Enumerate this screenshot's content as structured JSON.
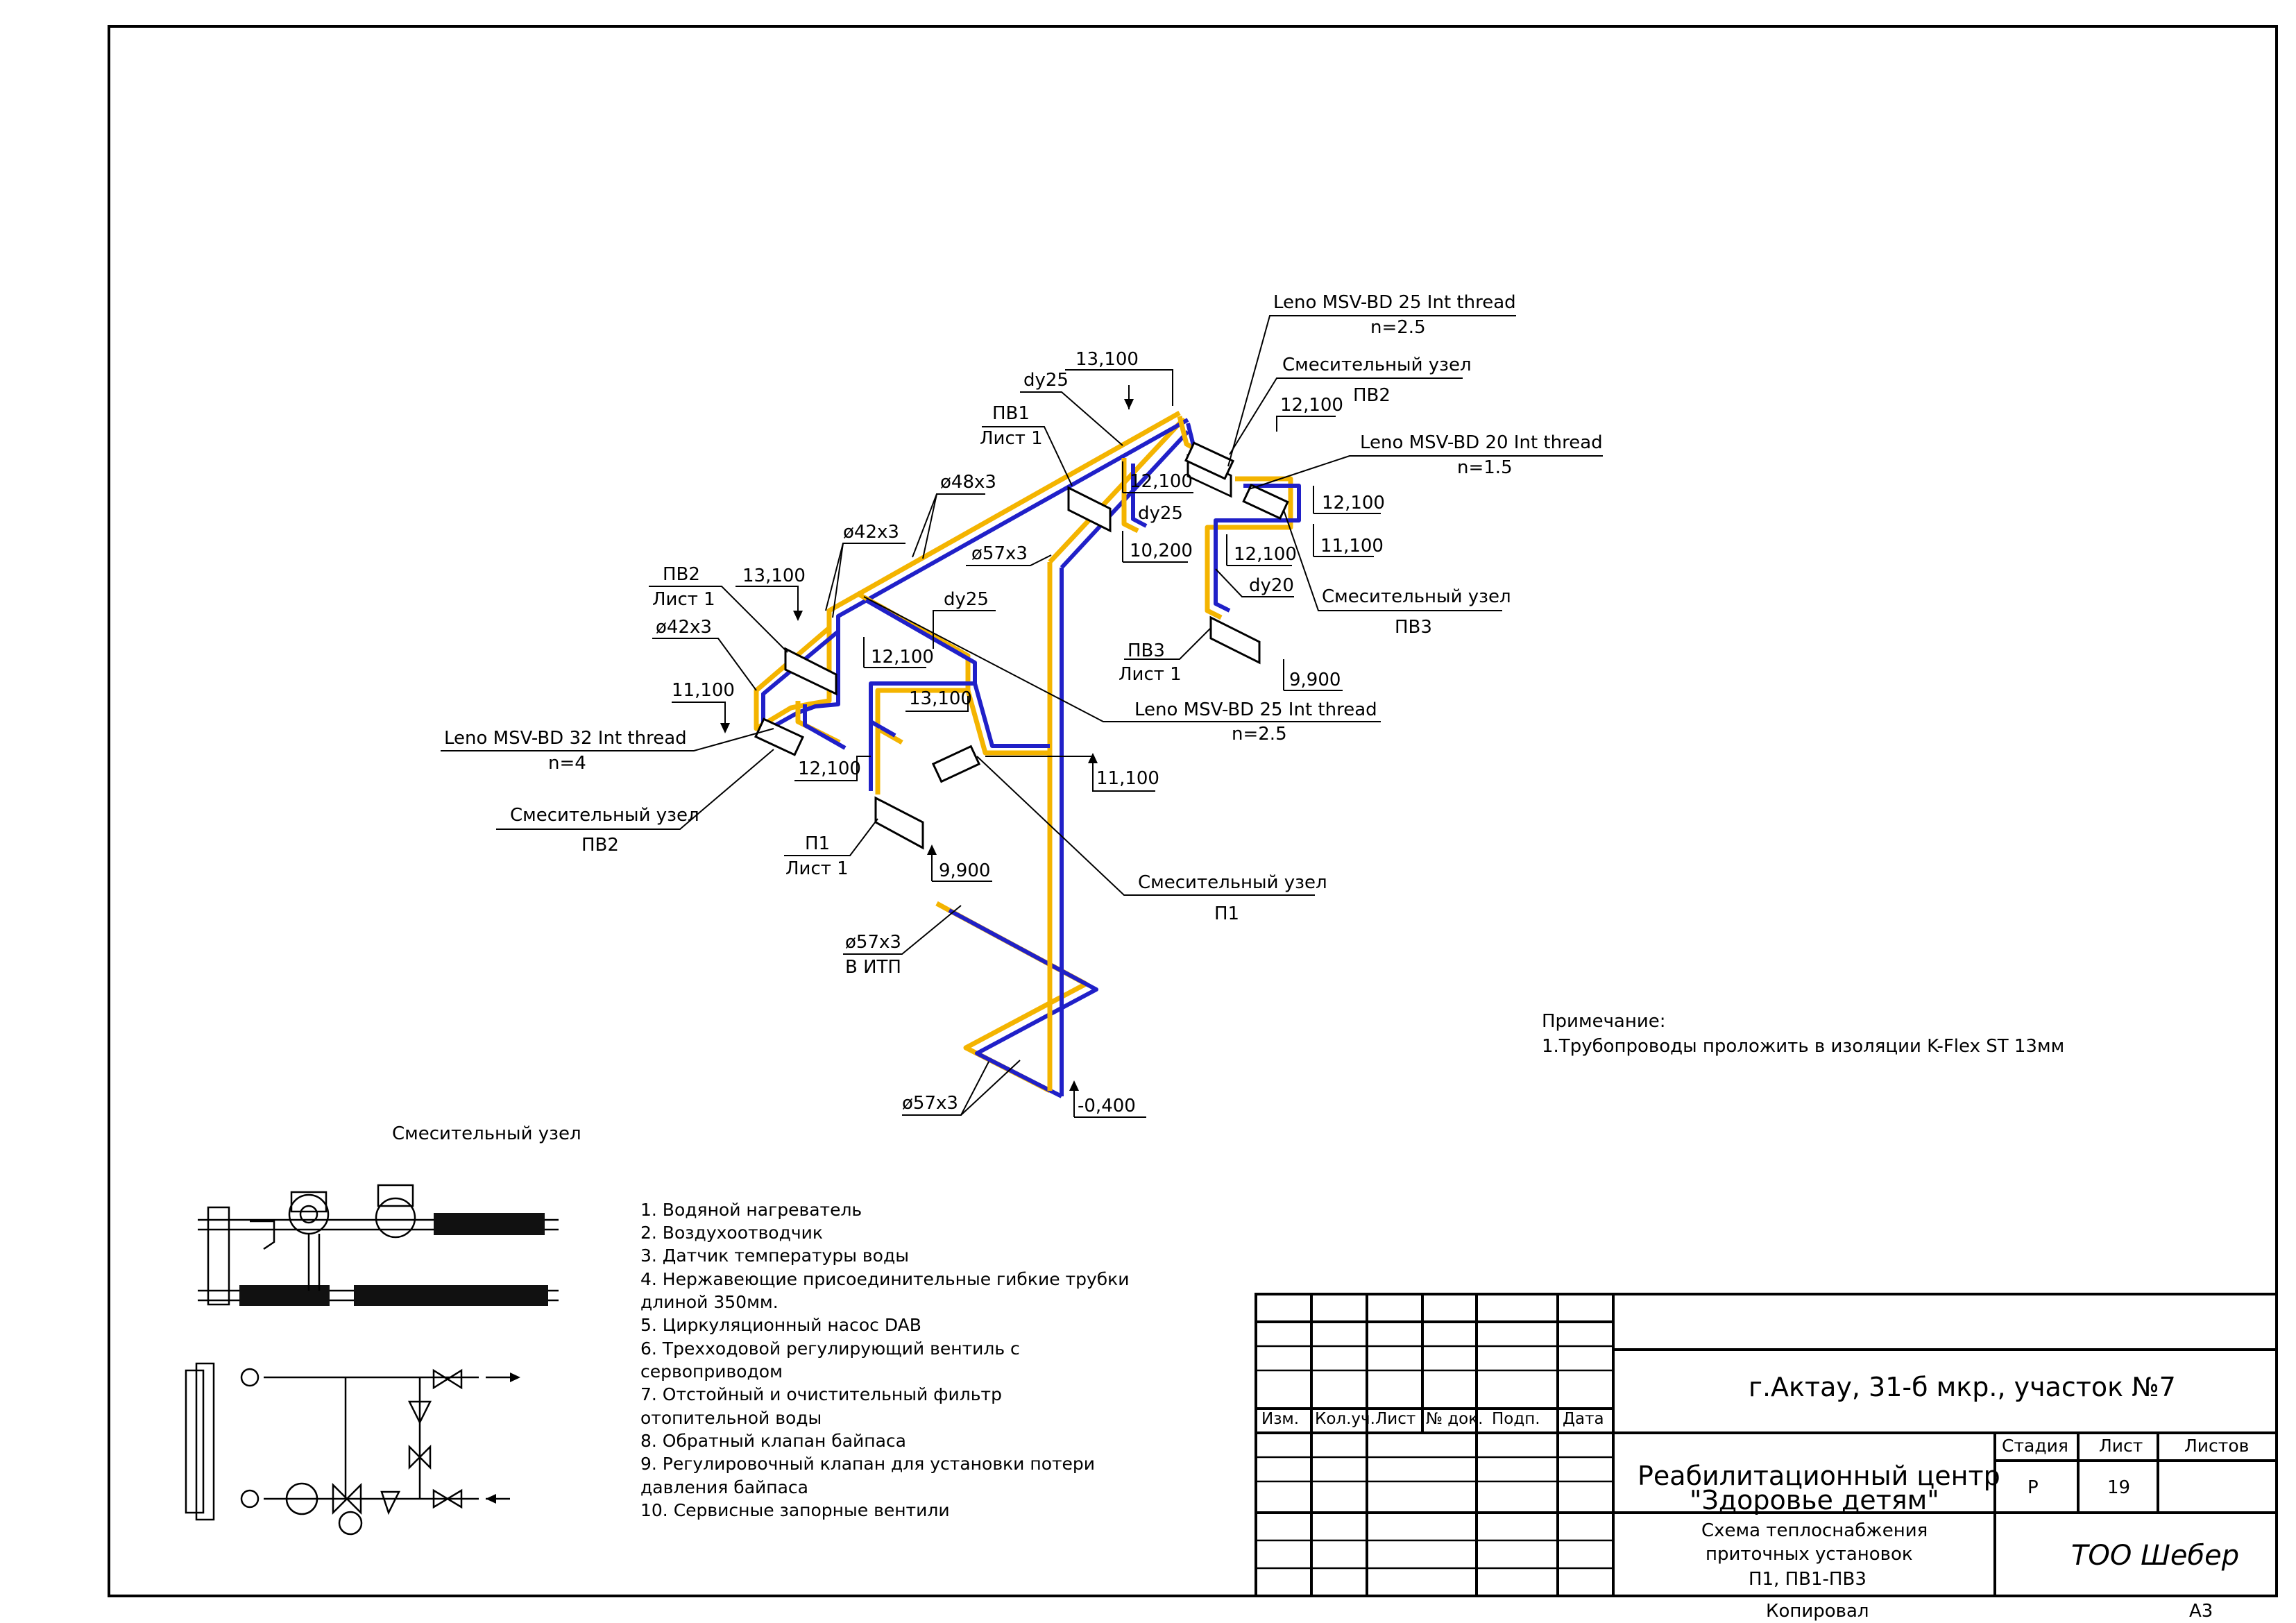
{
  "pipe_labels": {
    "d48x3": "ø48х3",
    "d42x3_a": "ø42х3",
    "d42x3_b": "ø42х3",
    "d57x3_a": "ø57х3",
    "d57x3_b": "ø57х3",
    "d57x3_c": "ø57х3",
    "dy25_a": "dy25",
    "dy25_b": "dy25",
    "dy25_c": "dy25",
    "dy20": "dy20"
  },
  "elevations": {
    "e13100_a": "13,100",
    "e13100_b": "13,100",
    "e13100_c": "13,100",
    "e12100_a": "12,100",
    "e12100_b": "12,100",
    "e12100_c": "12,100",
    "e12100_d": "12,100",
    "e12100_e": "12,100",
    "e12100_f": "12,100",
    "e11100_a": "11,100",
    "e11100_b": "11,100",
    "e11100_c": "11,100",
    "e10200": "10,200",
    "e9900_a": "9,900",
    "e9900_b": "9,900",
    "e_0400": "-0,400"
  },
  "callouts": {
    "leno_25_top": "Leno MSV-BD 25 Int thread",
    "n25_top": "n=2.5",
    "mix_pv2_top": "Смесительный узел",
    "pv2_top": "ПВ2",
    "leno_20": "Leno MSV-BD 20 Int thread",
    "n15": "n=1.5",
    "mix_pv3": "Смесительный узел",
    "pv3_mix": "ПВ3",
    "pv3_unit": "ПВ3",
    "pv3_sheet": "Лист 1",
    "pv1_unit": "ПВ1",
    "pv1_sheet": "Лист 1",
    "pv2_unit": "ПВ2",
    "pv2_sheet": "Лист 1",
    "leno_25_mid": "Leno MSV-BD 25 Int thread",
    "n25_mid": "n=2.5",
    "leno_32": "Leno MSV-BD 32 Int thread",
    "n4": "n=4",
    "mix_pv2_left": "Смесительный узел",
    "pv2_left": "ПВ2",
    "p1_unit": "П1",
    "p1_sheet": "Лист 1",
    "mix_p1": "Смесительный узел",
    "p1_mix": "П1",
    "itp": "В ИТП"
  },
  "note": {
    "title": "Примечание:",
    "text": "1.Трубопроводы проложить в изоляции K-Flex ST 13мм"
  },
  "detail_title": "Смесительный узел",
  "legend": [
    "1. Водяной нагреватель",
    "2. Воздухоотводчик",
    "3. Датчик температуры воды",
    "4. Нержавеющие присоединительные гибкие трубки",
    "длиной 350мм.",
    "5. Циркуляционный насос DAB",
    "6. Трехходовой регулирующий вентиль с",
    "сервоприводом",
    "7. Отстойный и очистительный фильтр",
    "отопительной воды",
    "8. Обратный клапан байпаса",
    "9. Регулировочный клапан для установки потери",
    "давления байпаса",
    "10. Сервисные запорные вентили"
  ],
  "title_block": {
    "address": "г.Актау, 31-б мкр., участок №7",
    "project_line1": "Реабилитационный центр",
    "project_line2": "\"Здоровье детям\"",
    "drawing_line1": "Схема теплоснабжения",
    "drawing_line2": "приточных установок",
    "drawing_line3": "П1, ПВ1-ПВ3",
    "company": "ТОО Шебер",
    "col_izm": "Изм.",
    "col_koluch": "Кол.уч.",
    "col_list": "Лист",
    "col_ndok": "№ док.",
    "col_podp": "Подп.",
    "col_data": "Дата",
    "h_stadia": "Стадия",
    "h_list": "Лист",
    "h_listov": "Листов",
    "stadia": "Р",
    "list_no": "19",
    "listov": ""
  },
  "footer": {
    "copied": "Копировал",
    "format": "А3"
  }
}
